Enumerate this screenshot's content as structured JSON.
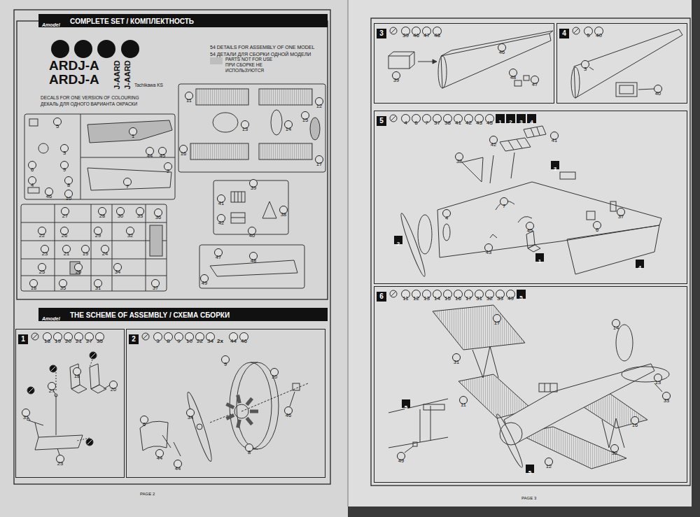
{
  "diagram": {
    "nodes": [
      {
        "text": [
          "COMPLETE SET / КОМПЛЕКТНОСТЬ"
        ]
      },
      {
        "text": [
          "THE SCHEME OF ASSEMBLY / СХЕМА СБОРКИ"
        ]
      },
      {
        "text": [
          "1"
        ]
      },
      {
        "text": [
          "18"
        ],
        "in": 2
      },
      {
        "text": [
          "19"
        ],
        "in": 2
      },
      {
        "text": [
          "20"
        ],
        "in": 2
      },
      {
        "text": [
          "21"
        ],
        "in": 2
      },
      {
        "text": [
          "27"
        ],
        "in": 2
      },
      {
        "text": [
          "35"
        ],
        "in": 2
      },
      {
        "text": [
          "2"
        ]
      },
      {
        "text": [
          "3"
        ],
        "in": 9
      },
      {
        "text": [
          "8"
        ],
        "in": 9
      },
      {
        "text": [
          "9"
        ],
        "in": 9
      },
      {
        "text": [
          "10"
        ],
        "in": 9
      },
      {
        "text": [
          "22"
        ],
        "in": 9
      },
      {
        "text": [
          "34"
        ],
        "in": 9
      },
      {
        "text": [
          "44"
        ],
        "in": 9
      },
      {
        "text": [
          "46"
        ],
        "in": 9
      },
      {
        "text": [
          "3"
        ]
      },
      {
        "text": [
          "39"
        ],
        "in": 18
      },
      {
        "text": [
          "46"
        ],
        "in": 18
      },
      {
        "text": [
          "47"
        ],
        "in": 18
      },
      {
        "text": [
          "48"
        ],
        "in": 18
      },
      {
        "text": [
          "4"
        ]
      },
      {
        "text": [
          "5"
        ],
        "in": 23
      },
      {
        "text": [
          "40"
        ],
        "in": 23
      },
      {
        "text": [
          "5"
        ]
      },
      {
        "text": [
          "4"
        ],
        "in": 26
      },
      {
        "text": [
          "6"
        ],
        "in": 26
      },
      {
        "text": [
          "7"
        ],
        "in": 26
      },
      {
        "text": [
          "37"
        ],
        "in": 26
      },
      {
        "text": [
          "38"
        ],
        "in": 26
      },
      {
        "text": [
          "41"
        ],
        "in": 26
      },
      {
        "text": [
          "42"
        ],
        "in": 26
      },
      {
        "text": [
          "43"
        ],
        "in": 26
      },
      {
        "text": [
          "45"
        ],
        "in": 26
      },
      {
        "text": [
          "1"
        ],
        "in": 26
      },
      {
        "text": [
          "2"
        ],
        "in": 26
      },
      {
        "text": [
          "3"
        ],
        "in": 26
      },
      {
        "text": [
          "4"
        ],
        "in": 26
      },
      {
        "text": [
          "6"
        ]
      },
      {
        "text": [
          "11"
        ],
        "in": 40
      },
      {
        "text": [
          "12"
        ],
        "in": 40
      },
      {
        "text": [
          "13"
        ],
        "in": 40
      },
      {
        "text": [
          "14"
        ],
        "in": 40
      },
      {
        "text": [
          "15"
        ],
        "in": 40
      },
      {
        "text": [
          "16"
        ],
        "in": 40
      },
      {
        "text": [
          "17"
        ],
        "in": 40
      },
      {
        "text": [
          "31"
        ],
        "in": 40
      },
      {
        "text": [
          "32"
        ],
        "in": 40
      },
      {
        "text": [
          "33"
        ],
        "in": 40
      },
      {
        "text": [
          "49"
        ],
        "in": 40
      },
      {
        "text": [
          "5"
        ],
        "in": 40
      }
    ],
    "labels": [
      "Amodel",
      "ARDJ-A",
      "ARDJ-A",
      "J-AARD",
      "J-AARD",
      "Tachikawa KS",
      "DECALS FOR ONE VERSION OF COLOURING",
      "ДЕКАЛЬ ДЛЯ ОДНОГО ВАРИАНТА ОКРАСКИ",
      "54 DETAILS FOR ASSEMBLY OF ONE MODEL",
      "54 ДЕТАЛИ ДЛЯ СБОРКИ ОДНОЙ МОДЕЛИ",
      "5",
      "3",
      "6",
      "9",
      "4",
      "8",
      "10",
      "46",
      "1",
      "7",
      "44",
      "45",
      "2",
      "27",
      "28",
      "30",
      "33",
      "36",
      "22",
      "26",
      "29",
      "32",
      "23",
      "21",
      "19",
      "24",
      "25",
      "20",
      "34",
      "18",
      "35",
      "31",
      "37",
      "11",
      "12",
      "13",
      "14",
      "15",
      "16",
      "17",
      "39",
      "41",
      "42",
      "38",
      "40",
      "47",
      "48",
      "49",
      "Amodel",
      "18",
      "20",
      "27",
      "31",
      "23",
      "2x",
      "9",
      "10",
      "34",
      "6",
      "44",
      "44",
      "46",
      "8",
      "39",
      "46",
      "48",
      "47",
      "3",
      "40",
      "42",
      "41",
      "38",
      "7",
      "4",
      "45",
      "43",
      "6",
      "37",
      "3",
      "2",
      "1",
      "4",
      "17",
      "14",
      "31",
      "11",
      "13",
      "33",
      "16",
      "32",
      "12",
      "49",
      "5",
      "5",
      "PAGE 2",
      "PAGE 3"
    ],
    "legend": [
      {
        "text": "PARTS NOT FOR USE ПРИ СБОРКЕ НЕ ИСПОЛЬЗУЮТСЯ",
        "color": "#bdbdbd"
      }
    ]
  }
}
